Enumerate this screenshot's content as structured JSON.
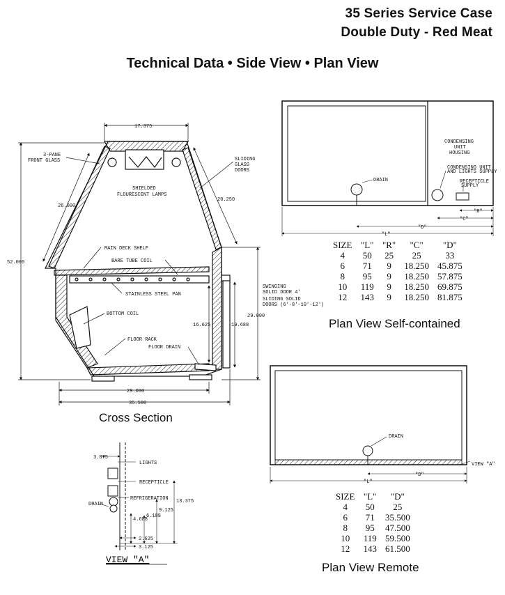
{
  "header": {
    "line1": "35 Series Service Case",
    "line2": "Double Duty - Red Meat",
    "subtitle": "Technical Data • Side View • Plan View"
  },
  "cross_section": {
    "caption": "Cross Section",
    "labels": {
      "front_glass": "3-PANE\nFRONT GLASS",
      "sliding_glass": "SLIDING\nGLASS\nDOORS",
      "lamps": "SHIELDED\nFLOURESCENT LAMPS",
      "main_deck": "MAIN DECK SHELF",
      "bare_tube": "BARE TUBE COIL",
      "stainless_pan": "STAINLESS STEEL PAN",
      "swinging_door": "SWINGING\nSOLID DOOR 4'",
      "sliding_solid": "SLIDING SOLID\nDOORS (6'-8'-10'-12')",
      "bottom_coil": "BOTTOM COIL",
      "floor_rack": "FLOOR RACK",
      "floor_drain": "FLOOR DRAIN"
    },
    "dims": {
      "top_width": "17.375",
      "front_glass_len": "26.000",
      "overall_height": "52.000",
      "rear_glass_len": "20.250",
      "inner_height": "16.625",
      "door_height": "19.688",
      "rear_height": "29.000",
      "inner_depth": "29.000",
      "overall_depth": "35.500"
    }
  },
  "view_a": {
    "title": "VIEW \"A\"",
    "labels": {
      "lights": "LIGHTS",
      "receptacle": "RECEPTICLE",
      "refrigeration": "REFRIGERATION",
      "drain": "DRAIN"
    },
    "dims": {
      "d1": "3.875",
      "d2": "13.375",
      "d3": "9.125",
      "d4": "6.188",
      "d5": "4.688",
      "d6": "2.625",
      "d7": "3.125"
    }
  },
  "plan_self": {
    "caption": "Plan View Self-contained",
    "housing_label": "CONDENSING\nUNIT\nHOUSING",
    "labels": {
      "drain": "DRAIN",
      "condensing_supply": "CONDENSING UNIT\nAND LIGHTS SUPPLY",
      "receptacle_supply": "RECEPTICLE\nSUPPLY",
      "L": "\"L\"",
      "D": "\"D\"",
      "C": "\"C\"",
      "R": "\"R\""
    },
    "table": {
      "headers": [
        "SIZE",
        "\"L\"",
        "\"R\"",
        "\"C\"",
        "\"D\""
      ],
      "rows": [
        [
          "4",
          "50",
          "25",
          "25",
          "33"
        ],
        [
          "6",
          "71",
          "9",
          "18.250",
          "45.875"
        ],
        [
          "8",
          "95",
          "9",
          "18.250",
          "57.875"
        ],
        [
          "10",
          "119",
          "9",
          "18.250",
          "69.875"
        ],
        [
          "12",
          "143",
          "9",
          "18.250",
          "81.875"
        ]
      ]
    }
  },
  "plan_remote": {
    "caption": "Plan View Remote",
    "labels": {
      "drain": "DRAIN",
      "view_a": "VIEW \"A\"",
      "L": "\"L\"",
      "D": "\"D\""
    },
    "table": {
      "headers": [
        "SIZE",
        "\"L\"",
        "\"D\""
      ],
      "rows": [
        [
          "4",
          "50",
          "25"
        ],
        [
          "6",
          "71",
          "35.500"
        ],
        [
          "8",
          "95",
          "47.500"
        ],
        [
          "10",
          "119",
          "59.500"
        ],
        [
          "12",
          "143",
          "61.500"
        ]
      ]
    }
  }
}
